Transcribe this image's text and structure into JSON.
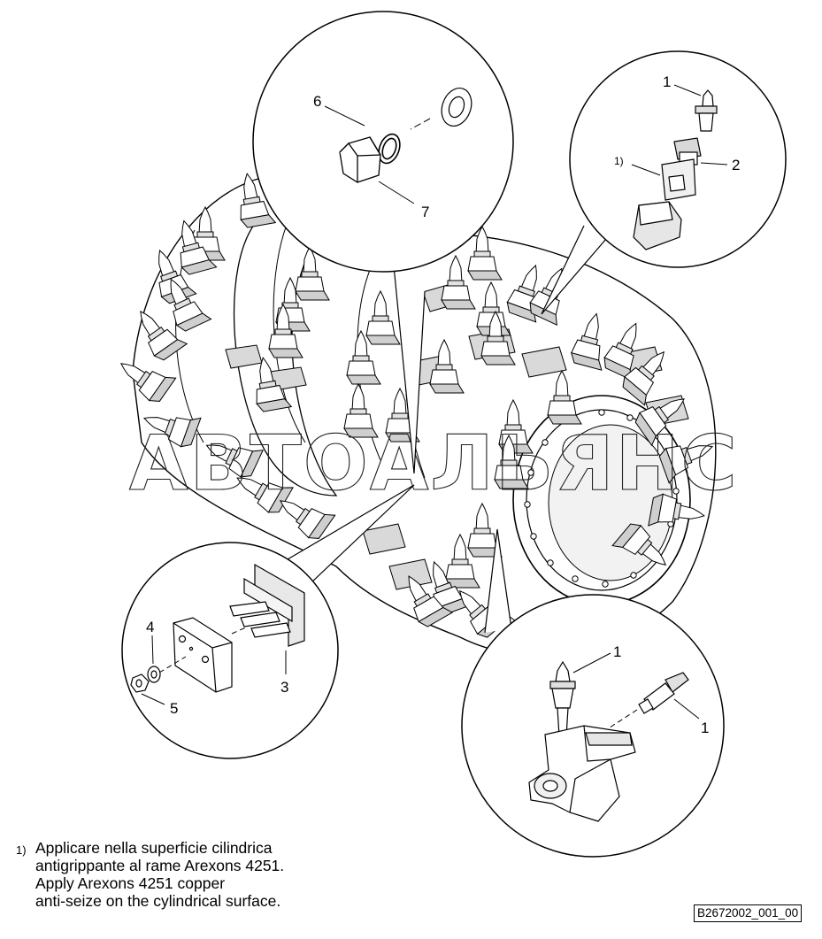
{
  "callouts": {
    "top_detail": {
      "part_6": "6",
      "part_7": "7"
    },
    "upper_right_detail": {
      "part_1": "1",
      "part_2": "2",
      "note_ref": "1)"
    },
    "left_detail": {
      "part_3": "3",
      "part_4": "4",
      "part_5": "5"
    },
    "lower_right_detail": {
      "part_1_upper": "1",
      "part_1_right": "1"
    }
  },
  "watermark": "АВТОАЛЬЯНС",
  "footnote": {
    "marker": "1)",
    "lines": [
      "Applicare nella superficie cilindrica",
      "antigrippante al rame Arexons 4251.",
      "Apply Arexons 4251 copper",
      "anti-seize  on the cylindrical surface."
    ]
  },
  "drawing_id": "B2672002_001_00",
  "colors": {
    "line": "#000000",
    "fill": "#ffffff",
    "shade": "#d6d6d6"
  }
}
